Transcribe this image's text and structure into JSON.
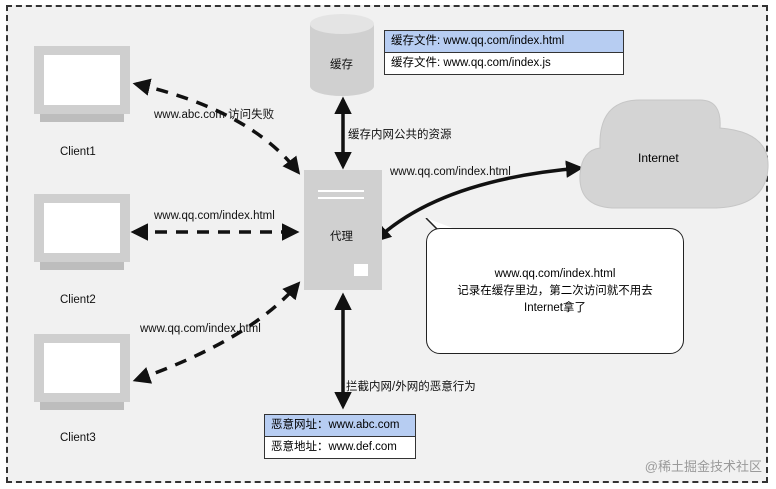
{
  "clients": [
    {
      "label": "Client1"
    },
    {
      "label": "Client2"
    },
    {
      "label": "Client3"
    }
  ],
  "proxy": {
    "label": "代理"
  },
  "cache": {
    "label": "缓存"
  },
  "internet": {
    "label": "Internet"
  },
  "cache_table": {
    "rows": [
      "缓存文件: www.qq.com/index.html",
      "缓存文件: www.qq.com/index.js"
    ]
  },
  "block_table": {
    "rows": [
      "恶意网址：www.abc.com",
      "恶意地址：www.def.com"
    ]
  },
  "edges": {
    "client1": "www.abc.com 访问失败",
    "client2": "www.qq.com/index.html",
    "client3": "www.qq.com/index.html",
    "cache_proxy": "缓存内网公共的资源",
    "proxy_internet": "www.qq.com/index.html",
    "proxy_block": "拦截内网/外网的恶意行为"
  },
  "note": {
    "line1": "www.qq.com/index.html",
    "line2": "记录在缓存里边，第二次访问就不用去",
    "line3": "Internet拿了"
  },
  "watermark": "@稀土掘金技术社区"
}
